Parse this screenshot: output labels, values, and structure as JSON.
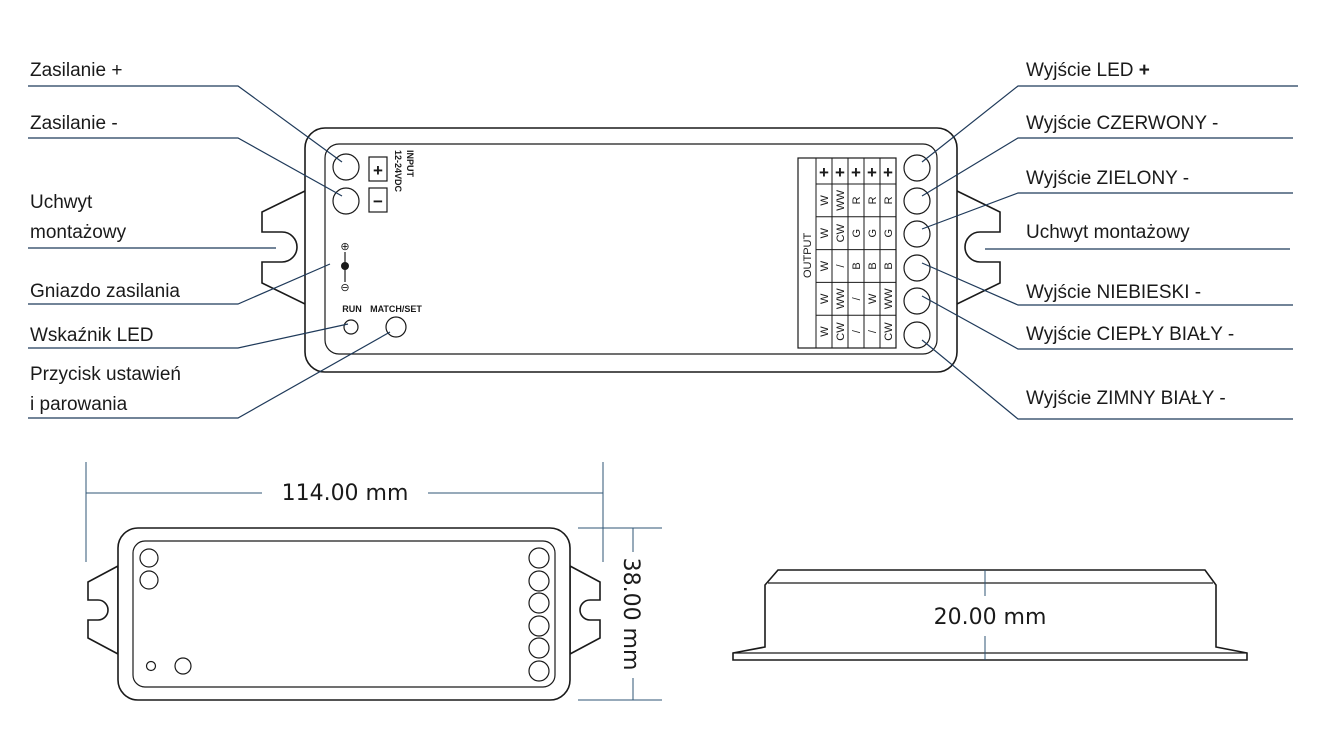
{
  "labels_left": [
    {
      "id": "power-plus",
      "text": "Zasilanie +"
    },
    {
      "id": "power-minus",
      "text": "Zasilanie -"
    },
    {
      "id": "mount-left-1",
      "text": "Uchwyt"
    },
    {
      "id": "mount-left-2",
      "text": "montażowy"
    },
    {
      "id": "power-socket",
      "text": "Gniazdo zasilania"
    },
    {
      "id": "led-indicator",
      "text": "Wskaźnik LED"
    },
    {
      "id": "set-button-1",
      "text": "Przycisk ustawień"
    },
    {
      "id": "set-button-2",
      "text": "i parowania"
    }
  ],
  "labels_right": [
    {
      "id": "out-led-plus",
      "text": "Wyjście LED",
      "suffix": "+"
    },
    {
      "id": "out-red",
      "text": "Wyjście CZERWONY -"
    },
    {
      "id": "out-green",
      "text": "Wyjście ZIELONY -"
    },
    {
      "id": "mount-right",
      "text": "Uchwyt montażowy"
    },
    {
      "id": "out-blue",
      "text": "Wyjście NIEBIESKI -"
    },
    {
      "id": "out-warm",
      "text": "Wyjście CIEPŁY BIAŁY -"
    },
    {
      "id": "out-cold",
      "text": "Wyjście ZIMNY BIAŁY -"
    }
  ],
  "device": {
    "input_label": "INPUT",
    "input_voltage": "12-24VDC",
    "plus": "+",
    "minus": "−",
    "run_label": "RUN",
    "match_label": "MATCH/SET",
    "output_label": "OUTPUT",
    "socket_plus": "⊕",
    "socket_minus": "⊖"
  },
  "output_table": {
    "columns": [
      [
        "+",
        "W",
        "W",
        "W",
        "W",
        "W"
      ],
      [
        "+",
        "WW",
        "CW",
        "/",
        "WW",
        "CW"
      ],
      [
        "+",
        "R",
        "G",
        "B",
        "/",
        "/"
      ],
      [
        "+",
        "R",
        "G",
        "B",
        "W",
        "/"
      ],
      [
        "+",
        "R",
        "G",
        "B",
        "WW",
        "CW"
      ]
    ]
  },
  "dimensions": {
    "length": "114.00 mm",
    "width": "38.00 mm",
    "height": "20.00 mm"
  }
}
